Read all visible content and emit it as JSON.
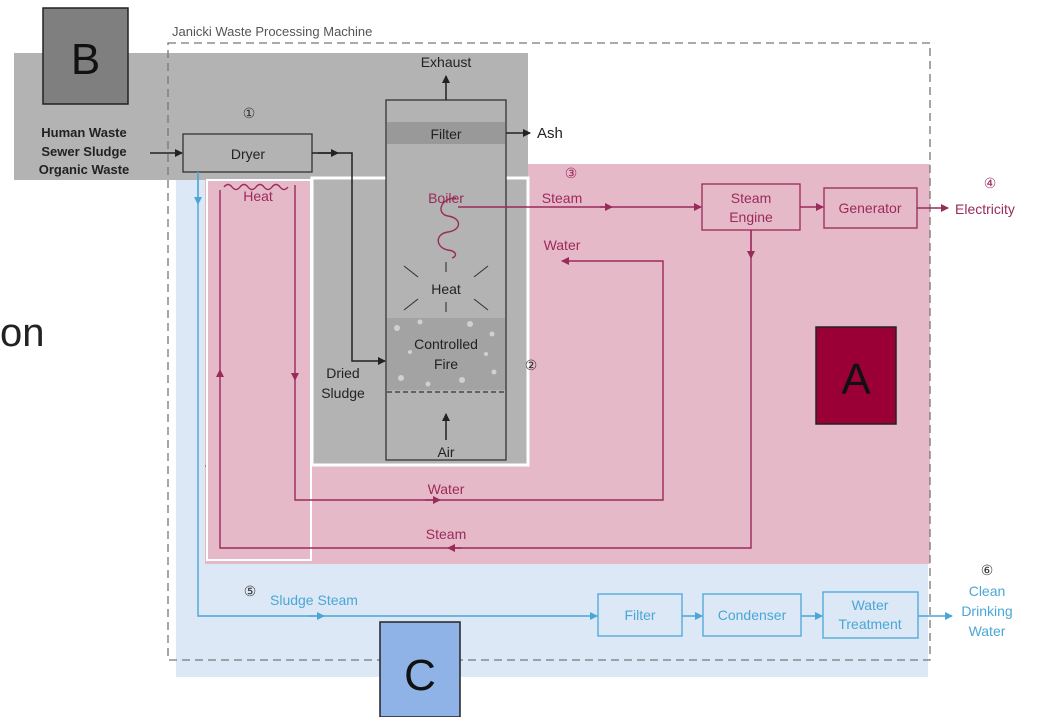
{
  "diagram": {
    "title": "Janicki Waste Processing Machine",
    "side_text": "on",
    "regions": {
      "a": {
        "label": "A",
        "fill": "#9a0036"
      },
      "b": {
        "label": "B",
        "fill": "#7f7f7f"
      },
      "c": {
        "label": "C",
        "fill": "#8fb3e6"
      }
    },
    "inputs": [
      "Human Waste",
      "Sewer Sludge",
      "Organic Waste"
    ],
    "step_markers": [
      "①",
      "②",
      "③",
      "④",
      "⑤",
      "⑥"
    ],
    "nodes": {
      "dryer": "Dryer",
      "exhaust": "Exhaust",
      "filter_top": "Filter",
      "ash": "Ash",
      "boiler": "Boiler",
      "heat_center": "Heat",
      "controlled_fire": [
        "Controlled",
        "Fire"
      ],
      "dried_sludge": [
        "Dried",
        "Sludge"
      ],
      "air": "Air",
      "heat_left": "Heat",
      "steam_engine": [
        "Steam",
        "Engine"
      ],
      "generator": "Generator",
      "electricity": "Electricity",
      "filter_bottom": "Filter",
      "condenser": "Condenser",
      "water_treatment": [
        "Water",
        "Treatment"
      ],
      "clean_water": [
        "Clean",
        "Drinking",
        "Water"
      ]
    },
    "flow_labels": {
      "steam_top": "Steam",
      "water_top": "Water",
      "water_bottom": "Water",
      "steam_bottom": "Steam",
      "sludge_steam": "Sludge Steam"
    },
    "colors": {
      "accent_red": "#9a2a5a",
      "accent_blue": "#4aa6d6",
      "region_pink": "#e6b9c8",
      "region_gray": "#b3b3b3",
      "region_blue": "#dce8f6"
    }
  }
}
